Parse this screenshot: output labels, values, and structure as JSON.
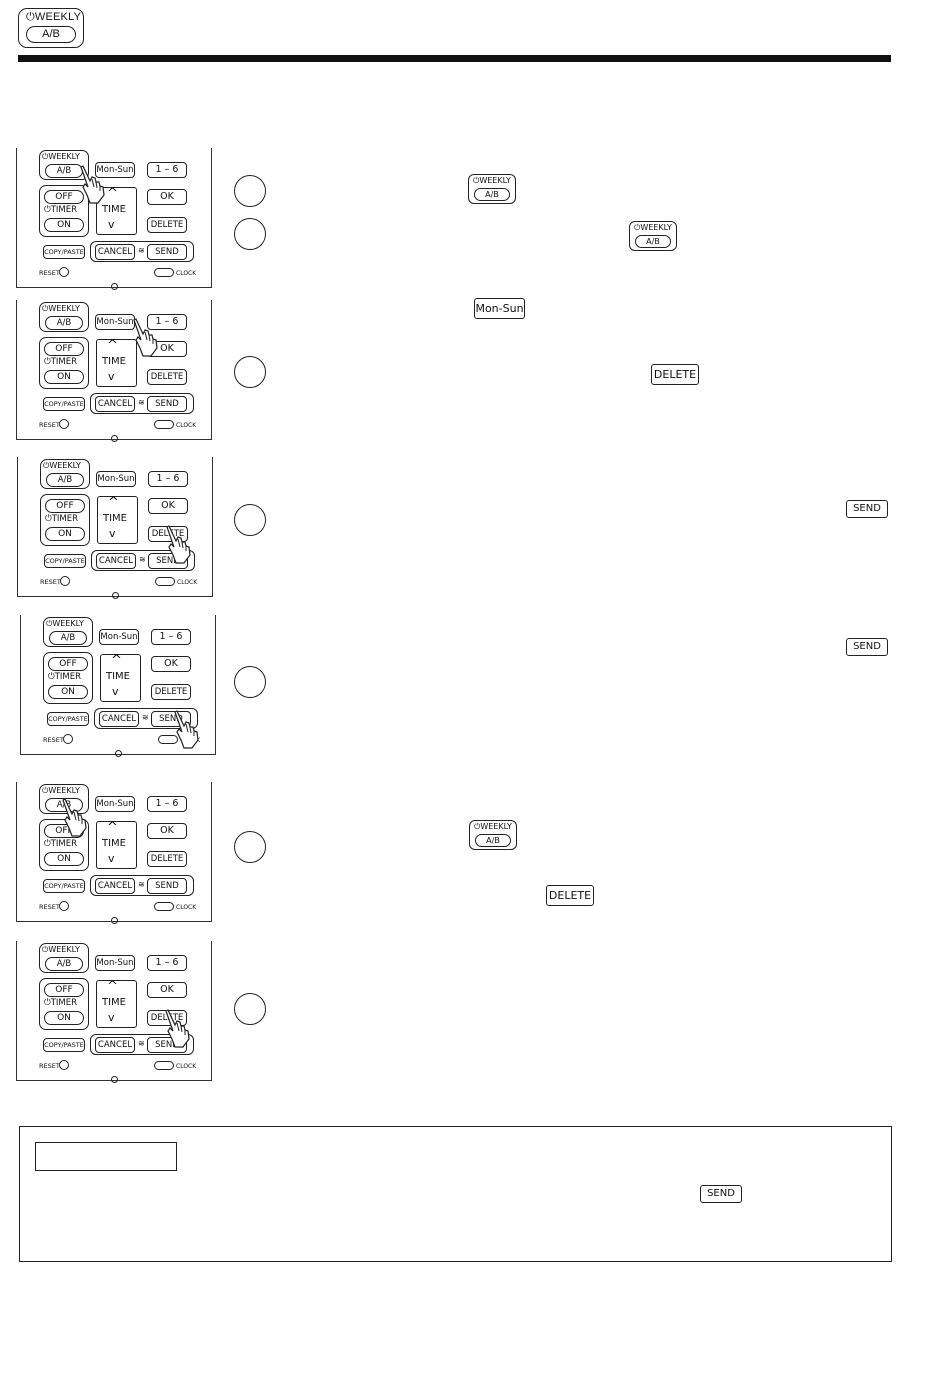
{
  "header": {
    "weekly_label": "WEEKLY",
    "ab_label": "A/B"
  },
  "remote": {
    "weekly": "WEEKLY",
    "ab": "A/B",
    "mon_sun": "Mon-Sun",
    "one_six": "1 – 6",
    "off": "OFF",
    "timer": "TIMER",
    "on": "ON",
    "time": "TIME",
    "ok": "OK",
    "delete": "DELETE",
    "copy_paste": "COPY/PASTE",
    "cancel": "CANCEL",
    "send": "SEND",
    "reset": "RESET",
    "clock": "CLOCK"
  },
  "inline_keys": {
    "mon_sun": "Mon-Sun",
    "delete": "DELETE",
    "send": "SEND"
  },
  "icons": {
    "hand": "pointing-hand-icon",
    "timer": "timer-icon",
    "signal": "signal-icon",
    "up": "chevron-up-icon",
    "down": "chevron-down-icon"
  }
}
